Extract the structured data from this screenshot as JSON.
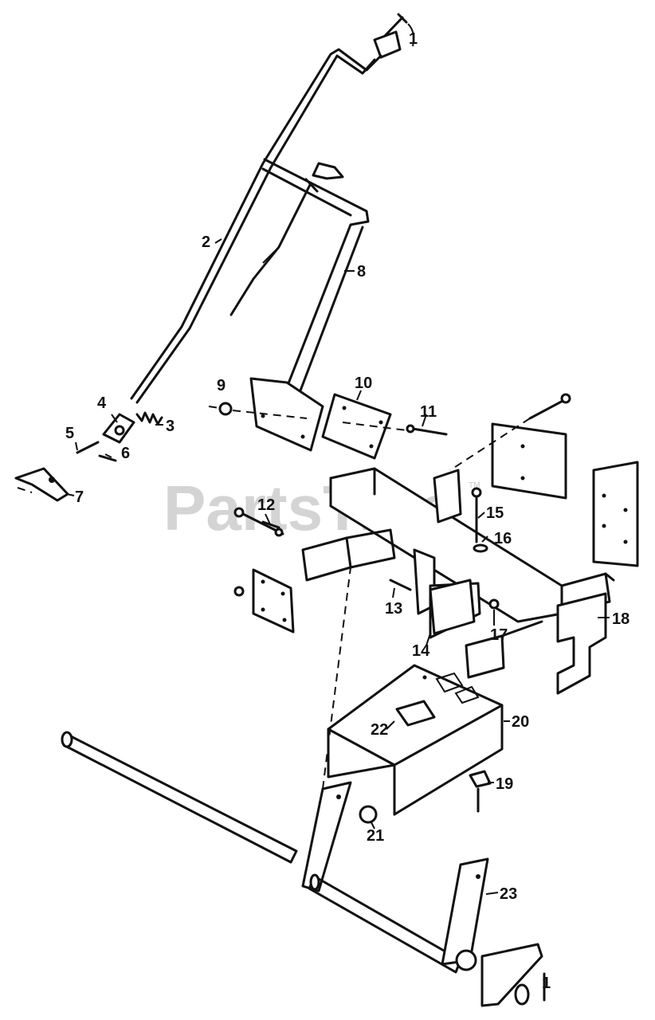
{
  "watermark": {
    "text": "PartsTree",
    "tm": "TM"
  },
  "callouts": [
    {
      "id": "1",
      "label": "1"
    },
    {
      "id": "2",
      "label": "2"
    },
    {
      "id": "3",
      "label": "3"
    },
    {
      "id": "4",
      "label": "4"
    },
    {
      "id": "5",
      "label": "5"
    },
    {
      "id": "6",
      "label": "6"
    },
    {
      "id": "7",
      "label": "7"
    },
    {
      "id": "8",
      "label": "8"
    },
    {
      "id": "9",
      "label": "9"
    },
    {
      "id": "10",
      "label": "10"
    },
    {
      "id": "11",
      "label": "11"
    },
    {
      "id": "12",
      "label": "12"
    },
    {
      "id": "13",
      "label": "13"
    },
    {
      "id": "14",
      "label": "14"
    },
    {
      "id": "15",
      "label": "15"
    },
    {
      "id": "16",
      "label": "16"
    },
    {
      "id": "17",
      "label": "17"
    },
    {
      "id": "18",
      "label": "18"
    },
    {
      "id": "19",
      "label": "19"
    },
    {
      "id": "20",
      "label": "20"
    },
    {
      "id": "21",
      "label": "21"
    },
    {
      "id": "22",
      "label": "22"
    },
    {
      "id": "23",
      "label": "23"
    },
    {
      "id": "1b",
      "label": "1"
    }
  ]
}
